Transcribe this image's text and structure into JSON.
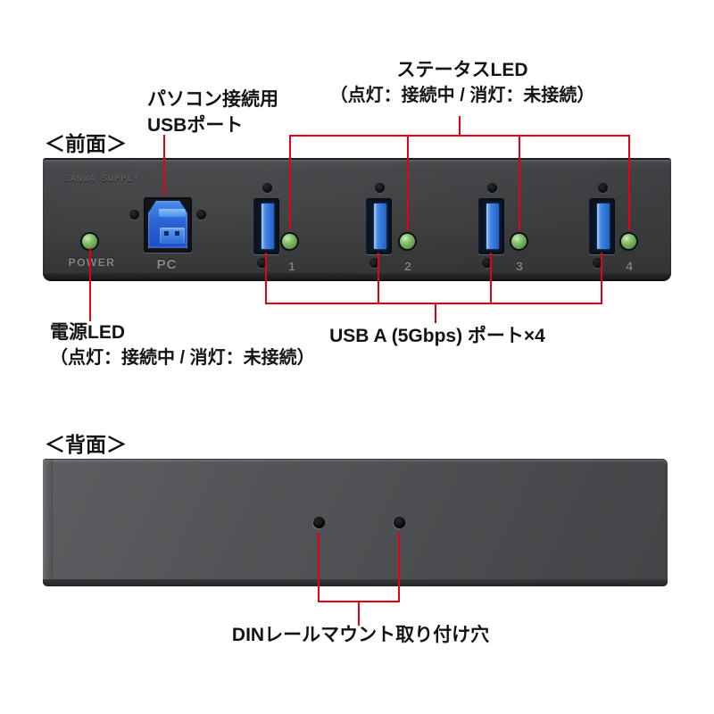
{
  "front": {
    "view_label": "＜前面＞",
    "pc_annotation": {
      "line1": "パソコン接続用",
      "line2": "USBポート"
    },
    "status_annotation": {
      "line1": "ステータスLED",
      "line2": "（点灯：接続中 / 消灯：未接続）"
    },
    "power_annotation": {
      "line1": "電源LED",
      "line2": "（点灯：接続中 / 消灯：未接続）"
    },
    "ports_annotation": "USB A (5Gbps) ポート×4",
    "device": {
      "brand": "SANWA SUPPLY",
      "power_label": "POWER",
      "pc_label": "PC",
      "port_numbers": [
        "1",
        "2",
        "3",
        "4"
      ]
    }
  },
  "back": {
    "view_label": "＜背面＞",
    "din_annotation": "DINレールマウント取り付け穴"
  },
  "colors": {
    "annotation_red": "#e60012",
    "led_green": "#82c05e",
    "usb_blue": "#2a72da",
    "device_front_gray": "#3a3b3d",
    "device_back_gray": "#505154",
    "text_black": "#141414"
  }
}
